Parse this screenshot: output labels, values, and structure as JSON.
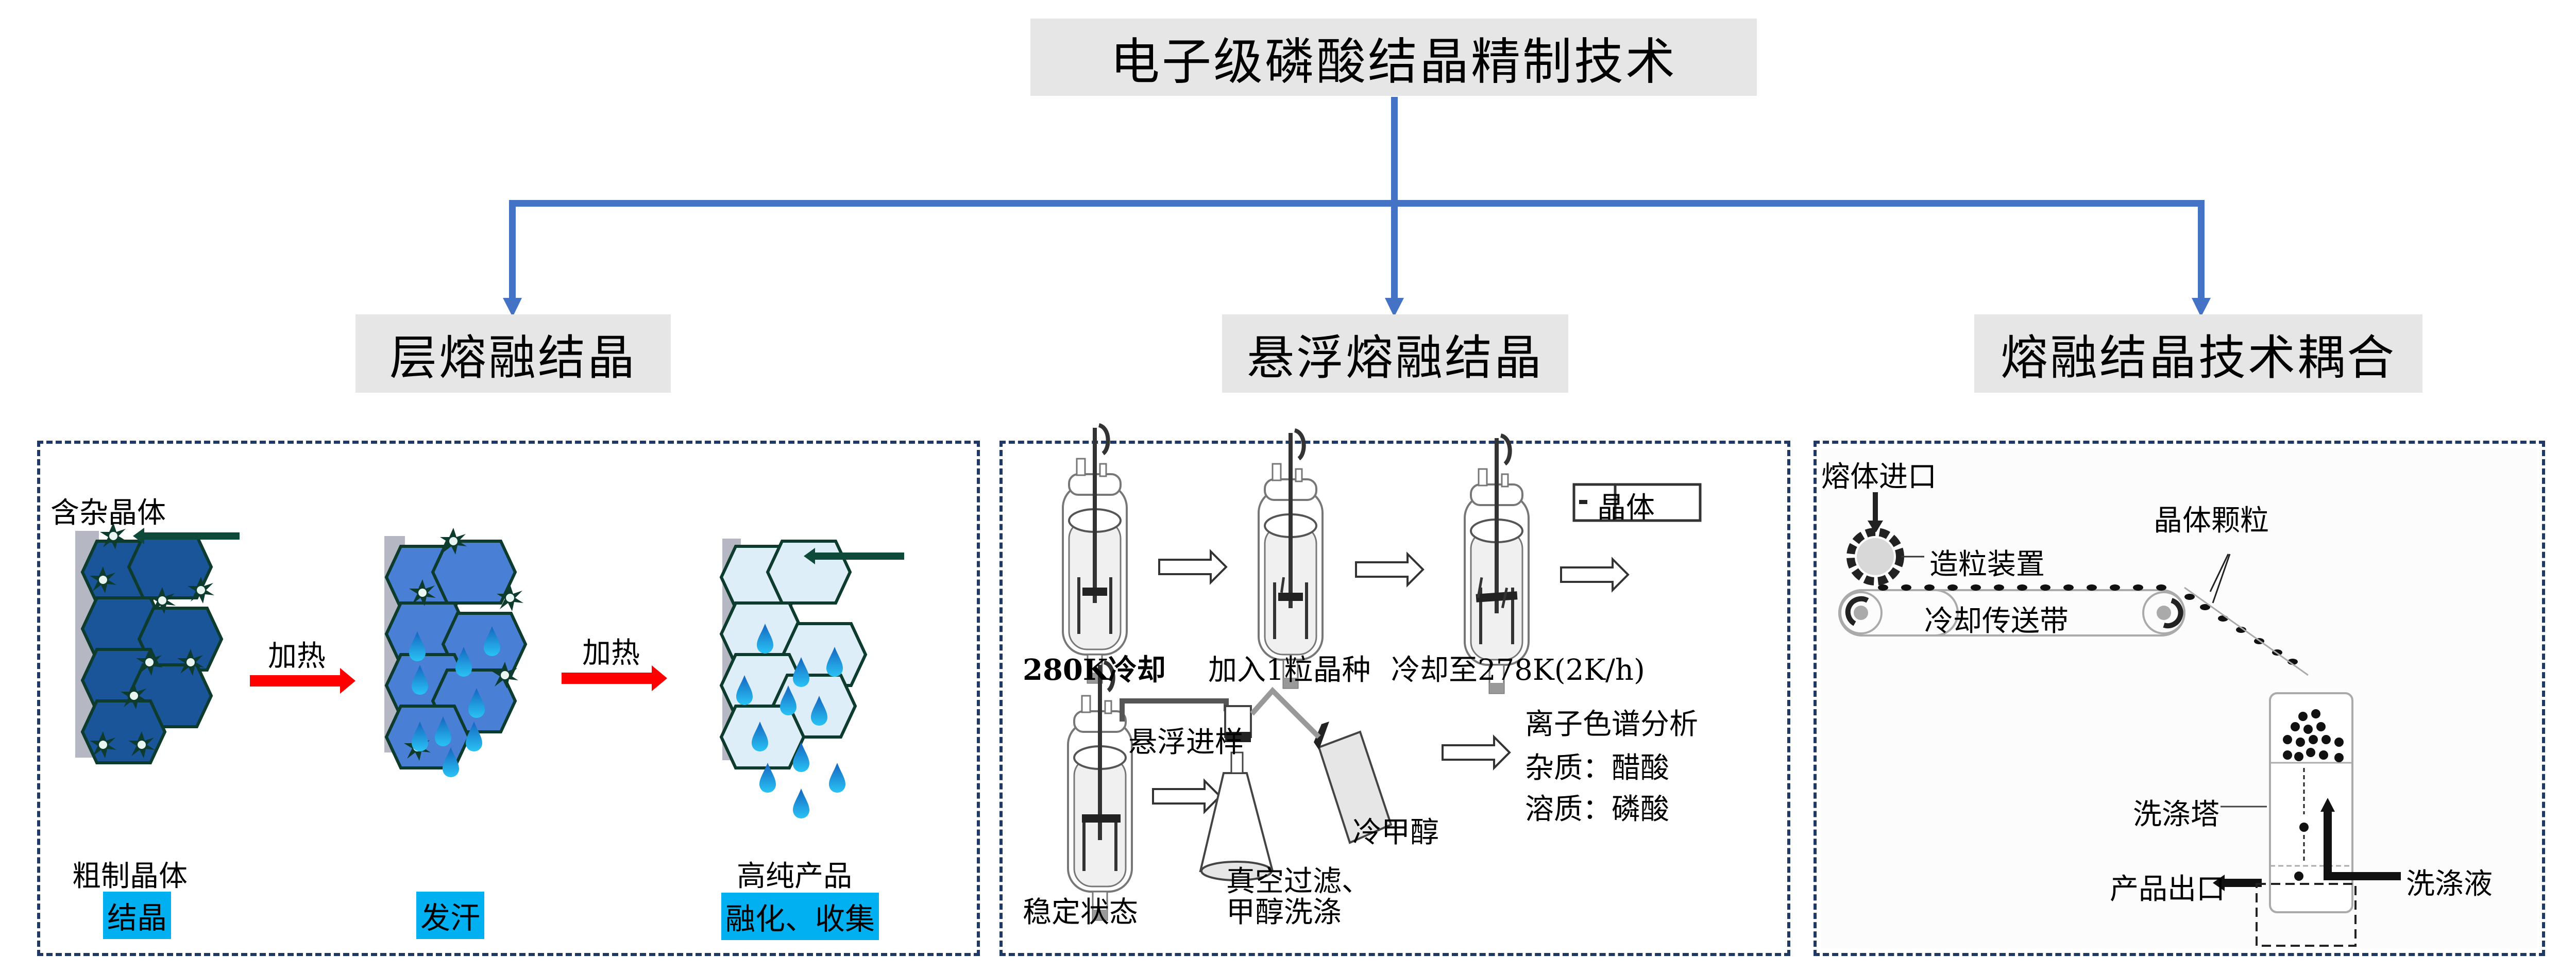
{
  "root": {
    "title": "电子级磷酸结晶精制技术"
  },
  "connector_color": "#4472c4",
  "branches": [
    {
      "title": "层熔融结晶",
      "panel": {
        "impure_crystal_label": "含杂晶体",
        "heat_label_1": "加热",
        "heat_label_2": "加热",
        "crude_crystal_label": "粗制晶体",
        "high_purity_label": "高纯产品",
        "steps": [
          "结晶",
          "发汗",
          "融化、收集"
        ],
        "step_tag_color": "#00b0f0"
      }
    },
    {
      "title": "悬浮熔融结晶",
      "panel": {
        "legend_label": "晶体",
        "step_labels": [
          "280K冷却",
          "加入1粒晶种",
          "冷却至278K(2K/h)"
        ],
        "suspension_sampling_label": "悬浮进样",
        "steady_state_label": "稳定状态",
        "filtration_label_line1": "真空过滤、",
        "filtration_label_line2": "甲醇洗涤",
        "cold_methanol_label": "冷甲醇",
        "analysis_title": "离子色谱分析",
        "impurity_line": "杂质：醋酸",
        "solute_line": "溶质：磷酸"
      }
    },
    {
      "title": "熔融结晶技术耦合",
      "panel": {
        "melt_inlet_label": "熔体进口",
        "granulator_label": "造粒装置",
        "crystal_particles_label": "晶体颗粒",
        "cooling_belt_label": "冷却传送带",
        "wash_tower_label": "洗涤塔",
        "product_outlet_label": "产品出口",
        "wash_liquid_label": "洗涤液"
      }
    }
  ]
}
